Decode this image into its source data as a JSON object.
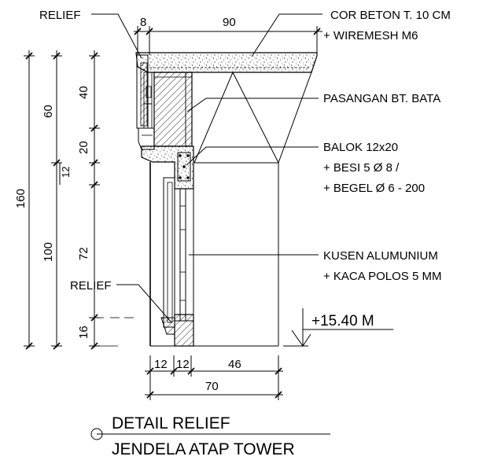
{
  "labels": {
    "relief_top": "RELIEF",
    "relief_bottom": "RELIEF",
    "cor_beton_1": "COR BETON T. 10 CM",
    "cor_beton_2": "+ WIREMESH M6",
    "pasangan": "PASANGAN BT. BATA",
    "balok_1": "BALOK 12x20",
    "balok_2": "+ BESI 5 Ø 8 /",
    "balok_3": "+ BEGEL Ø 6 - 200",
    "kusen_1": "KUSEN ALUMUNIUM",
    "kusen_2": "+ KACA POLOS 5 MM",
    "level": "+15.40 M"
  },
  "dimensions": {
    "top_8": "8",
    "top_90": "90",
    "left_160": "160",
    "left_60": "60",
    "left_100": "100",
    "left_12": "12",
    "left_40": "40",
    "left_20": "20",
    "left_72": "72",
    "left_16": "16",
    "bottom_12a": "12",
    "bottom_12b": "12",
    "bottom_46": "46",
    "bottom_70": "70"
  },
  "title": {
    "line1": "DETAIL RELIEF",
    "line2": "JENDELA ATAP TOWER"
  }
}
